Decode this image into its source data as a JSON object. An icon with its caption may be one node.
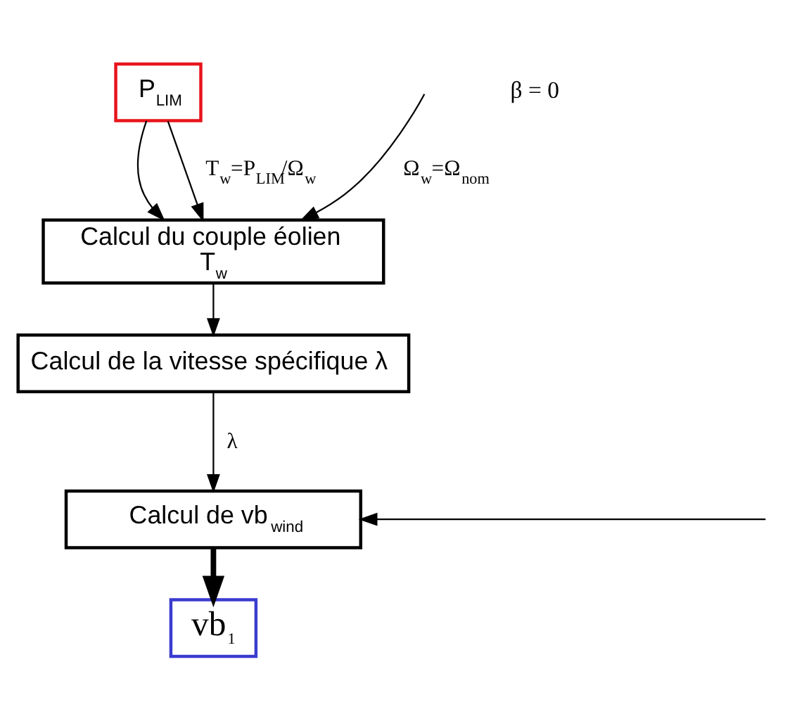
{
  "diagram": {
    "nodes": [
      {
        "text": [
          "P$_{LIM}$"
        ]
      },
      {
        "text": [
          "Calcul du couple éolien",
          "T$_{w}$"
        ]
      },
      {
        "text": [
          "Calcul de la vitesse spécifique λ"
        ]
      },
      {
        "text": [
          "Calcul de vb$_{wind}$"
        ]
      },
      {
        "text": [
          "vb$_{1}$"
        ]
      }
    ],
    "edges": [
      {
        "from": 0,
        "to": 1,
        "arrow": "to"
      },
      {
        "from": 0,
        "to": 1,
        "arrow": "to",
        "label": "T$_{w}$=P$_{LIM}$/Ω$_{w}$"
      },
      {
        "from": null,
        "to": 1,
        "arrow": "to",
        "label": "Ω$_{w}$=Ω$_{nom}$"
      },
      {
        "from": 1,
        "to": 2,
        "arrow": "to"
      },
      {
        "from": 2,
        "to": 3,
        "arrow": "to",
        "label": "λ"
      },
      {
        "from": null,
        "to": 3,
        "arrow": "to"
      },
      {
        "from": 3,
        "to": 4,
        "arrow": "to",
        "style": "thick"
      }
    ],
    "labels": [
      "β = 0"
    ]
  }
}
